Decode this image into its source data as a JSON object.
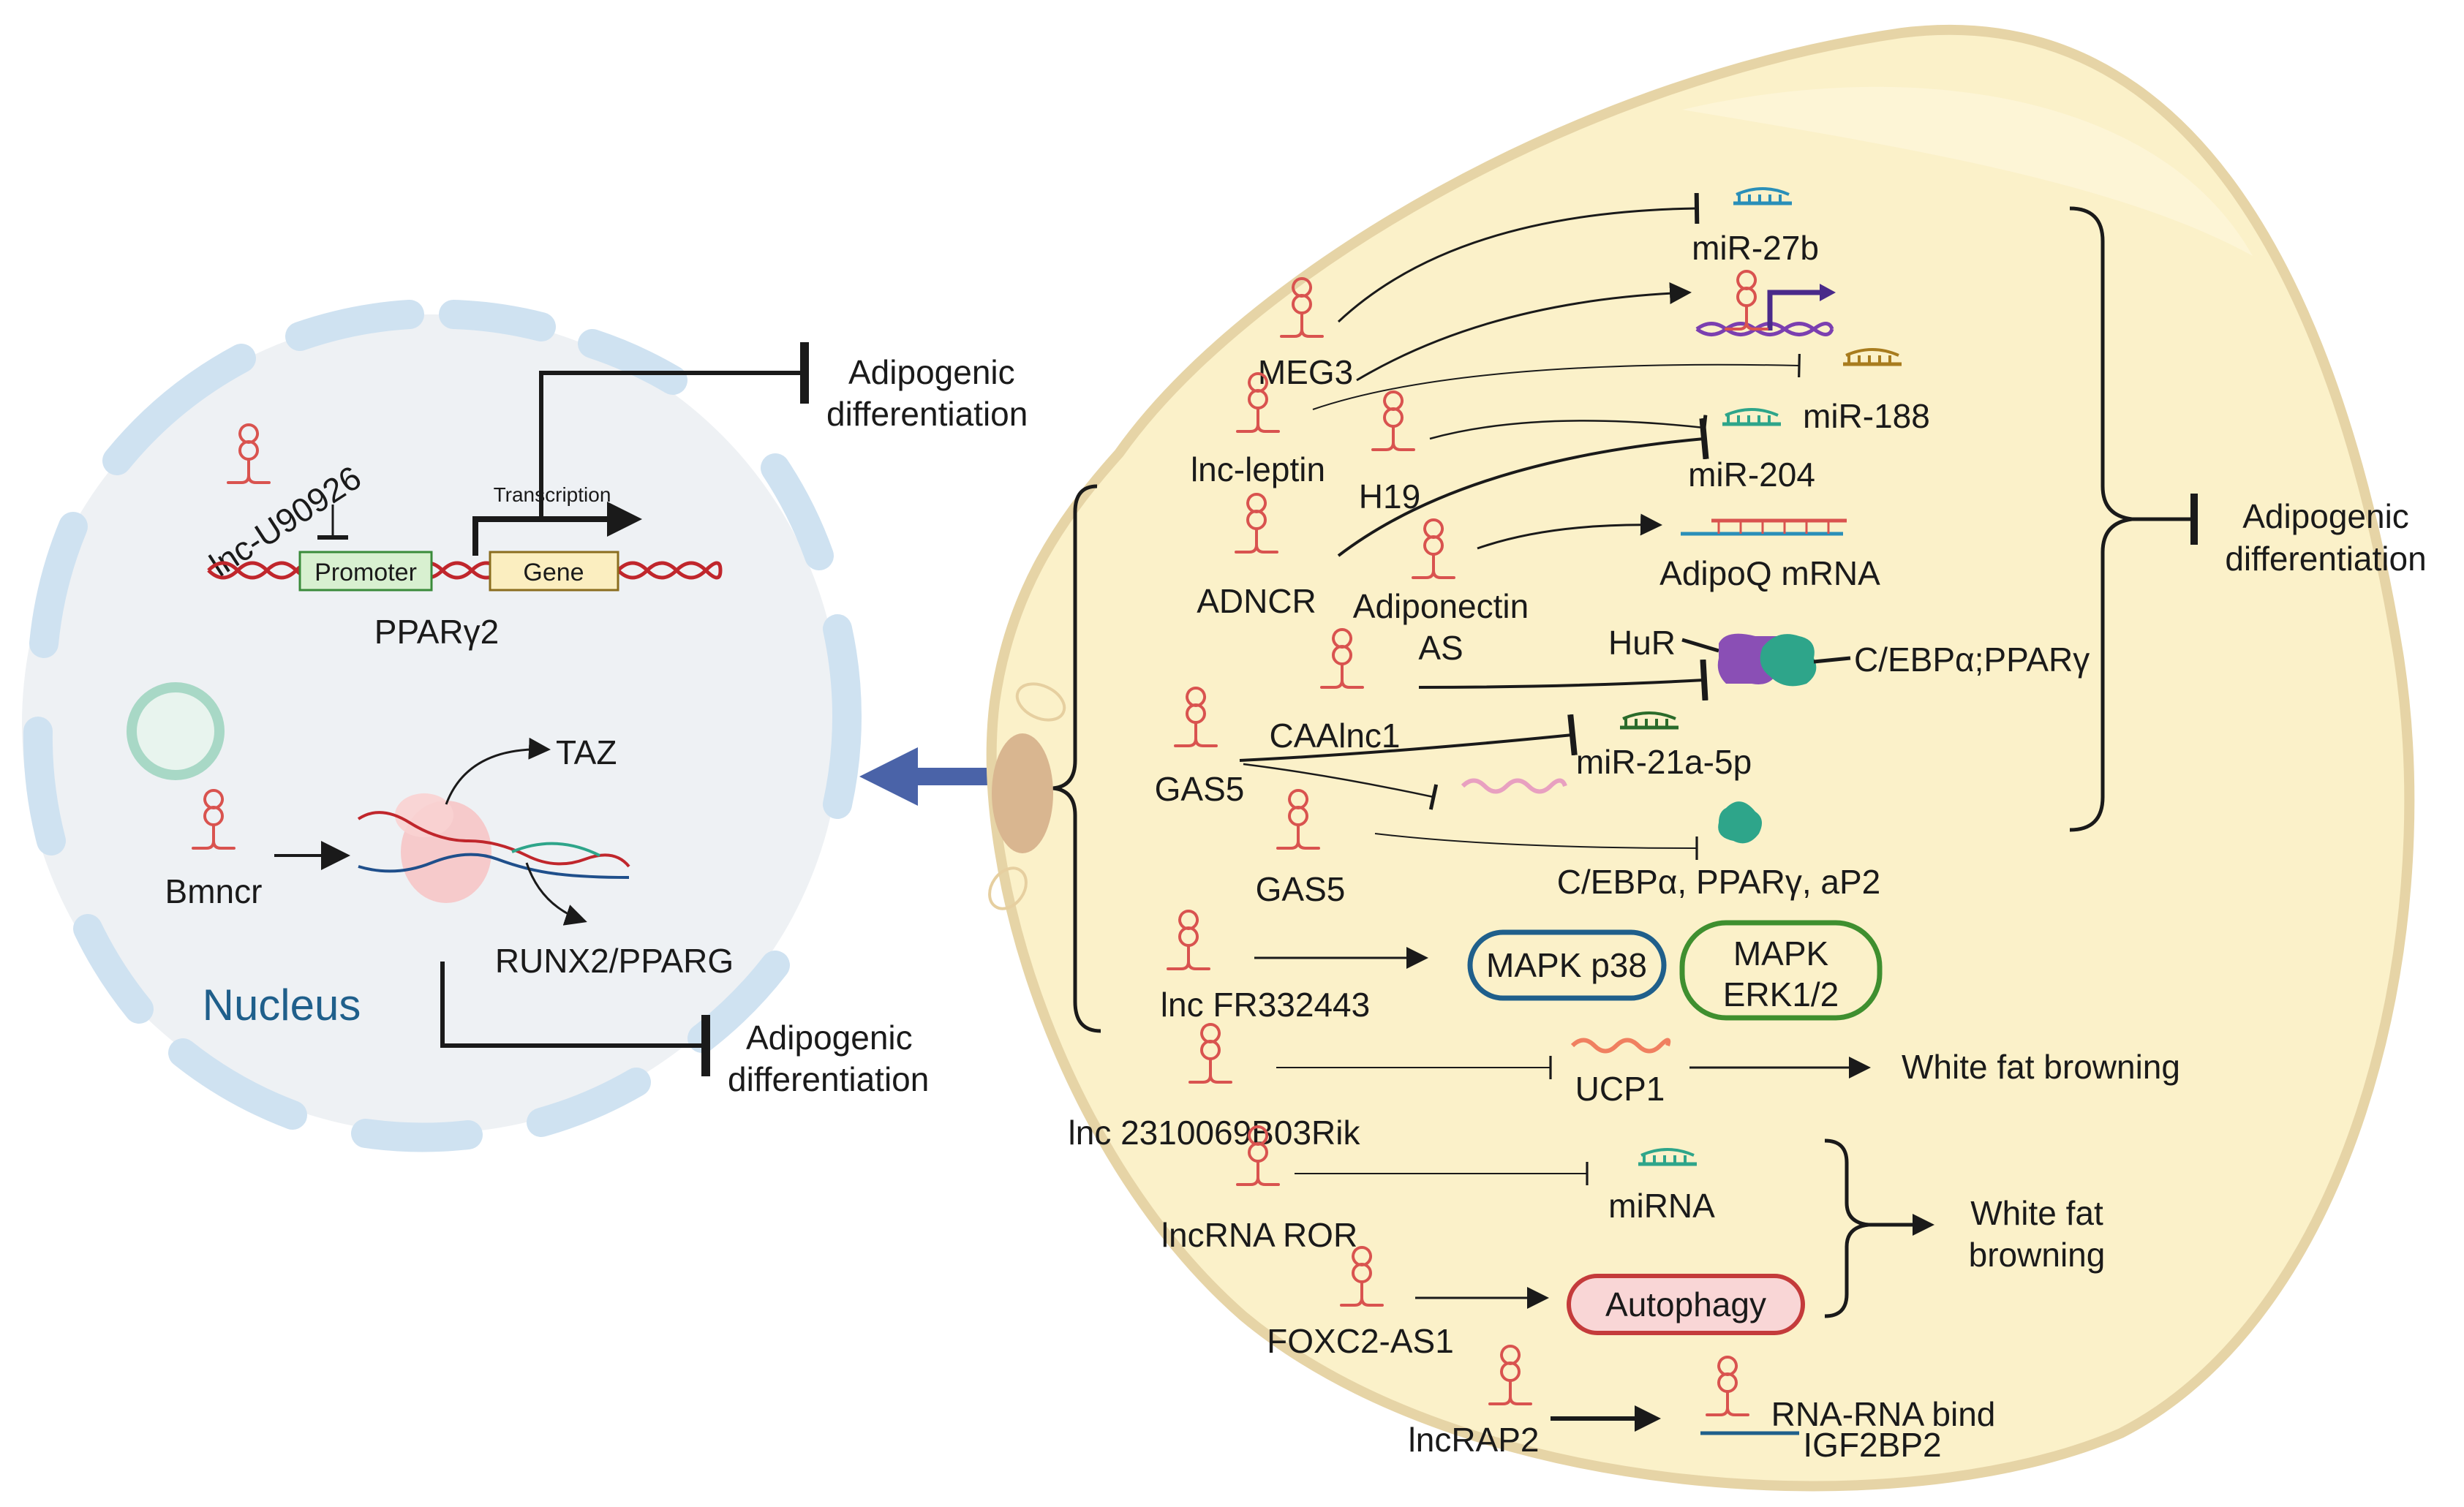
{
  "nucleus": {
    "title": "Nucleus",
    "lnc_u90926": "lnc-U90926",
    "promoter": "Promoter",
    "gene": "Gene",
    "transcription": "Transcription",
    "ppar": "PPARγ2",
    "outcome_top_1": "Adipogenic",
    "outcome_top_2": "differentiation",
    "bmncr": "Bmncr",
    "taz": "TAZ",
    "runx2": "RUNX2/PPARG",
    "outcome_bottom_1": "Adipogenic",
    "outcome_bottom_2": "differentiation"
  },
  "cell": {
    "meg3": "MEG3",
    "lnc_leptin": "lnc-leptin",
    "h19": "H19",
    "adncr": "ADNCR",
    "adiponectin_as_1": "Adiponectin",
    "adiponectin_as_2": "AS",
    "caalnc1": "CAAlnc1",
    "gas5_a": "GAS5",
    "gas5_b": "GAS5",
    "mir27b": "miR-27b",
    "mir188": "miR-188",
    "mir204": "miR-204",
    "adipoq": "AdipoQ mRNA",
    "hur": "HuR",
    "cebpa_pparg": "C/EBPα;PPARγ",
    "mir21": "miR-21a-5p",
    "cebpa_list": "C/EBPα, PPARγ, aP2",
    "outcome_right_1": "Adipogenic",
    "outcome_right_2": "differentiation",
    "lnc_fr": "lnc FR332443",
    "mapk_p38": "MAPK p38",
    "mapk_erk_1": "MAPK",
    "mapk_erk_2": "ERK1/2",
    "lnc_2310": "lnc 2310069B03Rik",
    "ucp1": "UCP1",
    "white_fat_browning": "White fat browning",
    "lncrna_ror": "lncRNA ROR",
    "mirna": "miRNA",
    "foxc2": "FOXC2-AS1",
    "autophagy": "Autophagy",
    "wfb_1": "White fat",
    "wfb_2": "browning",
    "lncrap2": "lncRAP2",
    "rna_rna_bind": "RNA-RNA bind",
    "igf2bp2": "IGF2BP2"
  },
  "colors": {
    "nucleus_fill": "#eef1f4",
    "nucleus_membrane": "#cfe2f1",
    "nucleus_membrane_stroke": "#a8c8e2",
    "cell_fill": "#fbf1c9",
    "cell_stroke": "#e6d4a6",
    "lnc_icon": "#d9534f",
    "dna_red": "#c0262c",
    "promoter_fill": "#d8f0d0",
    "promoter_stroke": "#3a8b3a",
    "gene_fill": "#fbeec0",
    "gene_stroke": "#8b6d1e",
    "big_arrow": "#4a63a8",
    "mapk_p38_stroke": "#1f5f8b",
    "mapk_erk_stroke": "#3f8f2f",
    "autophagy_fill": "#f9d6d6",
    "autophagy_stroke": "#c43b3b",
    "teal": "#2ea58a",
    "purple": "#8a4fb5"
  }
}
